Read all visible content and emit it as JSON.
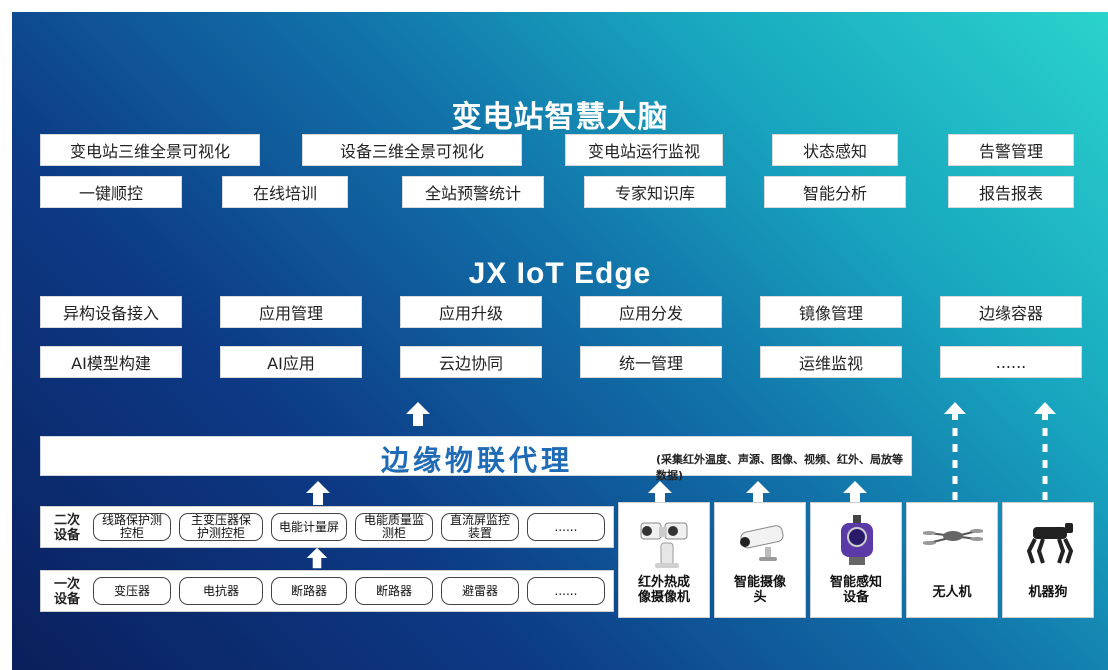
{
  "brain": {
    "title": "变电站智慧大脑",
    "row1": [
      "变电站三维全景可视化",
      "设备三维全景可视化",
      "变电站运行监视",
      "状态感知",
      "告警管理"
    ],
    "row2": [
      "一键顺控",
      "在线培训",
      "全站预警统计",
      "专家知识库",
      "智能分析",
      "报告报表"
    ]
  },
  "edge": {
    "title": "JX IoT Edge",
    "row1": [
      "异构设备接入",
      "应用管理",
      "应用升级",
      "应用分发",
      "镜像管理",
      "边缘容器"
    ],
    "row2": [
      "AI模型构建",
      "AI应用",
      "云边协同",
      "统一管理",
      "运维监视",
      "......"
    ]
  },
  "agent": {
    "title": "边缘物联代理",
    "note": "(采集红外温度、声源、图像、视频、红外、局放等数据)"
  },
  "secondary": {
    "label_line1": "二次",
    "label_line2": "设备",
    "items": [
      [
        "线路保护测",
        "控柜"
      ],
      [
        "主变压器保",
        "护测控柜"
      ],
      [
        "电能计量屏"
      ],
      [
        "电能质量监",
        "测柜"
      ],
      [
        "直流屏监控",
        "装置"
      ],
      [
        "......"
      ]
    ]
  },
  "primary": {
    "label_line1": "一次",
    "label_line2": "设备",
    "items": [
      "变压器",
      "电抗器",
      "断路器",
      "断路器",
      "避雷器",
      "......"
    ]
  },
  "devices": [
    {
      "line1": "红外热成",
      "line2": "像摄像机",
      "icon": "ptz-thermal-camera-icon"
    },
    {
      "line1": "智能摄像",
      "line2": "头",
      "icon": "bullet-camera-icon"
    },
    {
      "line1": "智能感知",
      "line2": "设备",
      "icon": "gas-sensor-icon"
    },
    {
      "line1": "无人机",
      "line2": "",
      "icon": "drone-icon"
    },
    {
      "line1": "机器狗",
      "line2": "",
      "icon": "robot-dog-icon"
    }
  ],
  "colors": {
    "bg_dark": "#0a1f5c",
    "bg_light": "#2ad3cc",
    "agent_title": "#1f6bb5",
    "arrow": "#ffffff"
  }
}
